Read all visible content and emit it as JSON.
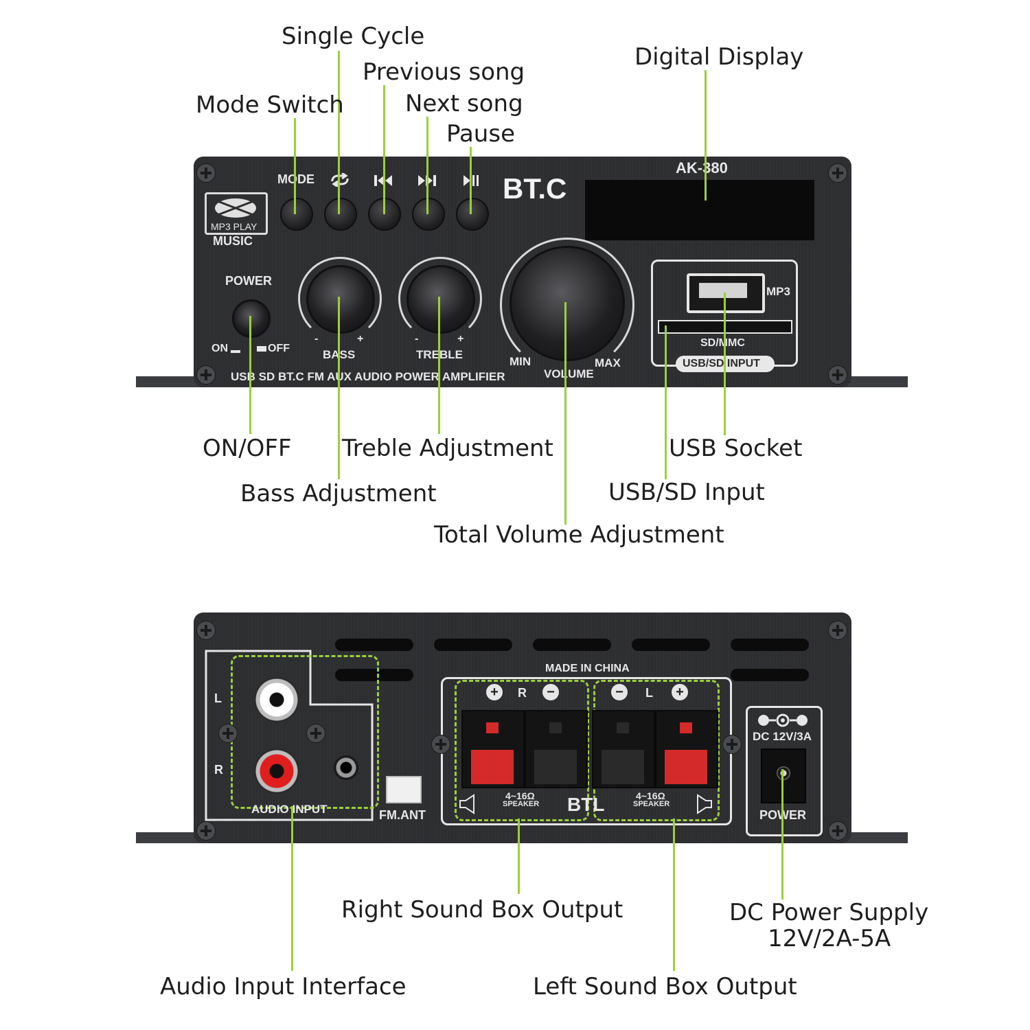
{
  "callouts": {
    "single_cycle": "Single Cycle",
    "previous_song": "Previous song",
    "mode_switch": "Mode Switch",
    "next_song": "Next song",
    "pause": "Pause",
    "digital_display": "Digital Display",
    "on_off": "ON/OFF",
    "treble_adjustment": "Treble Adjustment",
    "usb_socket": "USB Socket",
    "bass_adjustment": "Bass Adjustment",
    "usb_sd_input": "USB/SD Input",
    "total_volume_adjustment": "Total Volume Adjustment",
    "right_sound_box_output": "Right Sound Box Output",
    "dc_power_supply_line1": "DC Power Supply",
    "dc_power_supply_line2": "12V/2A-5A",
    "audio_input_interface": "Audio Input Interface",
    "left_sound_box_output": "Left Sound Box Output"
  },
  "front_panel": {
    "mode_label": "MODE",
    "brand": "BT.C",
    "model": "AK-380",
    "logo_text": "MP3 PLAY",
    "music_label": "MUSIC",
    "power_label": "POWER",
    "on_label": "ON",
    "off_label": "OFF",
    "bass_label": "BASS",
    "treble_label": "TREBLE",
    "minus_sign": "-",
    "plus_sign": "+",
    "min_label": "MIN",
    "max_label": "MAX",
    "volume_label": "VOLUME",
    "mp3_label": "MP3",
    "sd_mmc_label": "SD/MMC",
    "usb_sd_input_label": "USB/SD INPUT",
    "bottom_caption": "USB SD BT.C FM AUX AUDIO POWER AMPLIFIER"
  },
  "rear_panel": {
    "made_in": "MADE IN CHINA",
    "left_channel": "L",
    "right_channel": "R",
    "audio_input_label": "AUDIO INPUT",
    "fm_ant_label": "FM.ANT",
    "impedance_right": "4~16Ω",
    "impedance_left": "4~16Ω",
    "speaker_right": "SPEAKER",
    "speaker_left": "SPEAKER",
    "btl_label": "BTL",
    "plus_sign": "+",
    "minus_sign": "−",
    "dc_rating": "DC 12V/3A",
    "power_label": "POWER"
  },
  "colors": {
    "leader_green": "#9bd03a",
    "panel_dark": "#2e2f31",
    "terminal_red": "#d42a2a"
  }
}
